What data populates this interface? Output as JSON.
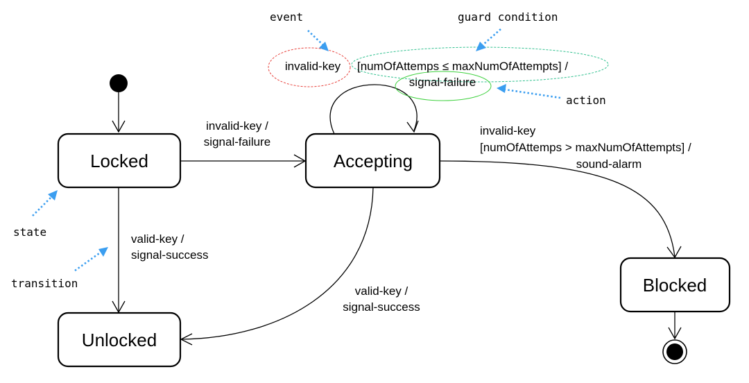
{
  "states": {
    "locked": "Locked",
    "accepting": "Accepting",
    "unlocked": "Unlocked",
    "blocked": "Blocked"
  },
  "transitions": {
    "locked_to_accepting": [
      "invalid-key /",
      "signal-failure"
    ],
    "locked_to_unlocked": [
      "valid-key /",
      "signal-success"
    ],
    "accepting_to_unlocked": [
      "valid-key /",
      "signal-success"
    ],
    "accepting_to_blocked": [
      "invalid-key",
      "[numOfAttemps > maxNumOfAttempts] /",
      "sound-alarm"
    ],
    "accepting_self": {
      "event": "invalid-key",
      "guard": "[numOfAttemps ≤ maxNumOfAttempts] /",
      "action": "signal-failure"
    }
  },
  "annotations": {
    "event": "event",
    "guard_condition": "guard condition",
    "action": "action",
    "state": "state",
    "transition": "transition"
  },
  "colors": {
    "event_ellipse": "#e8403a",
    "guard_ellipse": "#2fc08e",
    "action_ellipse": "#3fd13f",
    "pointer": "#3b9ef0"
  }
}
